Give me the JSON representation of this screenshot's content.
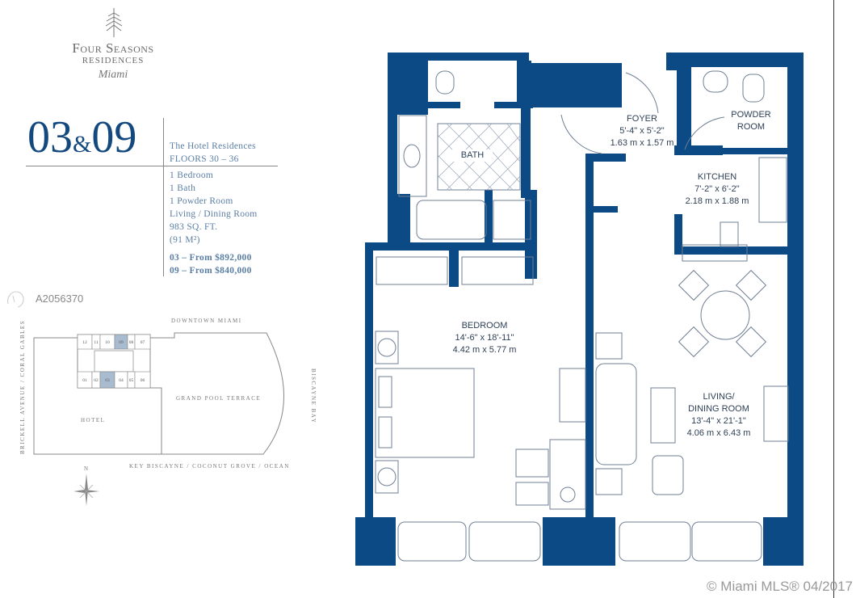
{
  "brand": {
    "name": "Four Seasons",
    "subtitle": "Residences",
    "city": "Miami"
  },
  "unit": {
    "number_a": "03",
    "ampersand": "&",
    "number_b": "09"
  },
  "header_info": {
    "line1": "The Hotel Residences",
    "line2": "FLOORS 30 – 36"
  },
  "details": [
    "1 Bedroom",
    "1 Bath",
    "1 Powder Room",
    "Living / Dining Room",
    "983 SQ. FT.",
    "(91 M²)"
  ],
  "prices": [
    "03 – From $892,000",
    "09 – From $840,000"
  ],
  "listing_id": "A2056370",
  "site_plan": {
    "north_label": "DOWNTOWN MIAMI",
    "south_label": "KEY BISCAYNE / COCONUT GROVE / OCEAN",
    "west_label": "BRICKELL AVENUE / CORAL GABLES",
    "east_label": "BISCAYNE BAY",
    "hotel_label": "HOTEL",
    "terrace_label": "GRAND POOL TERRACE",
    "compass_label": "N",
    "units_top": [
      "12",
      "11",
      "10",
      "09",
      "08",
      "07"
    ],
    "units_bottom": [
      "01",
      "02",
      "03",
      "04",
      "05",
      "06"
    ],
    "highlighted_units": [
      "03",
      "09"
    ],
    "highlight_color": "#a9bccf"
  },
  "rooms": {
    "foyer": {
      "name": "FOYER",
      "imperial": "5'-4\" x 5'-2\"",
      "metric": "1.63 m x 1.57 m"
    },
    "powder": {
      "name1": "POWDER",
      "name2": "ROOM"
    },
    "kitchen": {
      "name": "KITCHEN",
      "imperial": "7'-2\" x 6'-2\"",
      "metric": "2.18 m x 1.88 m"
    },
    "bath": {
      "name": "BATH"
    },
    "bedroom": {
      "name": "BEDROOM",
      "imperial": "14'-6\" x 18'-11\"",
      "metric": "4.42 m x 5.77 m"
    },
    "living": {
      "name1": "LIVING/",
      "name2": "DINING ROOM",
      "imperial": "13'-4\" x 21'-1\"",
      "metric": "4.06 m x 6.43 m"
    }
  },
  "colors": {
    "wall": "#0c4a85",
    "accent": "#14497f"
  },
  "copyright": "© Miami MLS® 04/2017"
}
